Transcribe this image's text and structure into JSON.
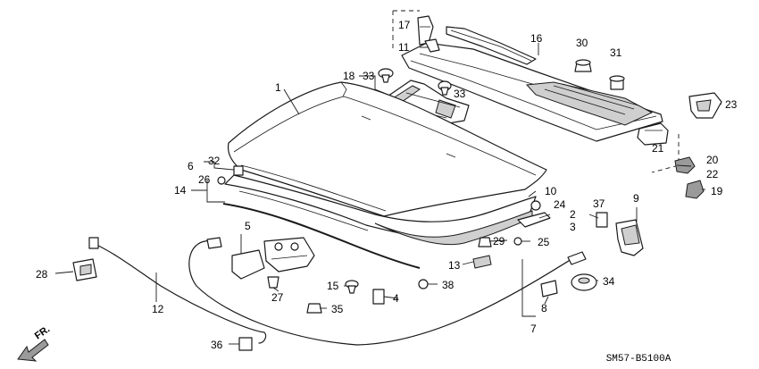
{
  "callouts": {
    "c1": "1",
    "c2": "2",
    "c3": "3",
    "c4": "4",
    "c5": "5",
    "c6": "6",
    "c7": "7",
    "c8": "8",
    "c9": "9",
    "c10": "10",
    "c11": "11",
    "c12": "12",
    "c13": "13",
    "c14": "14",
    "c15": "15",
    "c16": "16",
    "c17": "17",
    "c18": "18",
    "c19": "19",
    "c20": "20",
    "c21": "21",
    "c22": "22",
    "c23": "23",
    "c24": "24",
    "c25": "25",
    "c26": "26",
    "c27": "27",
    "c28": "28",
    "c29": "29",
    "c30": "30",
    "c31": "31",
    "c32": "32",
    "c33a": "33",
    "c33b": "33",
    "c34": "34",
    "c35": "35",
    "c36": "36",
    "c37": "37",
    "c38": "38"
  },
  "direction_label": "FR.",
  "diagram_code": "SM57-B5100A"
}
